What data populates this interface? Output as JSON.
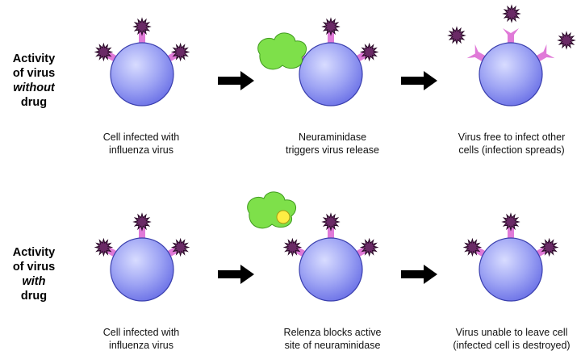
{
  "colors": {
    "cell_fill_light": "#d8dcff",
    "cell_fill_dark": "#6a70e6",
    "stalk": "#e07ad8",
    "virus": "#6a2a66",
    "neuraminidase": "#7ee04a",
    "relenza": "#ffee44",
    "arrow": "#000000"
  },
  "rows": [
    {
      "label": {
        "line1": "Activity",
        "line2": "of virus",
        "line3": "without",
        "line4": "drug"
      },
      "captions": [
        {
          "line1": "Cell infected with",
          "line2": "influenza virus"
        },
        {
          "line1": "Neuraminidase",
          "line2": "triggers virus release"
        },
        {
          "line1": "Virus free to infect other",
          "line2": "cells (infection spreads)"
        }
      ]
    },
    {
      "label": {
        "line1": "Activity",
        "line2": "of virus",
        "line3": "with",
        "line4": "drug"
      },
      "captions": [
        {
          "line1": "Cell infected with",
          "line2": "influenza virus"
        },
        {
          "line1": "Relenza blocks active",
          "line2": "site of neuraminidase"
        },
        {
          "line1": "Virus unable to leave cell",
          "line2": "(infected cell is destroyed)"
        }
      ]
    }
  ]
}
